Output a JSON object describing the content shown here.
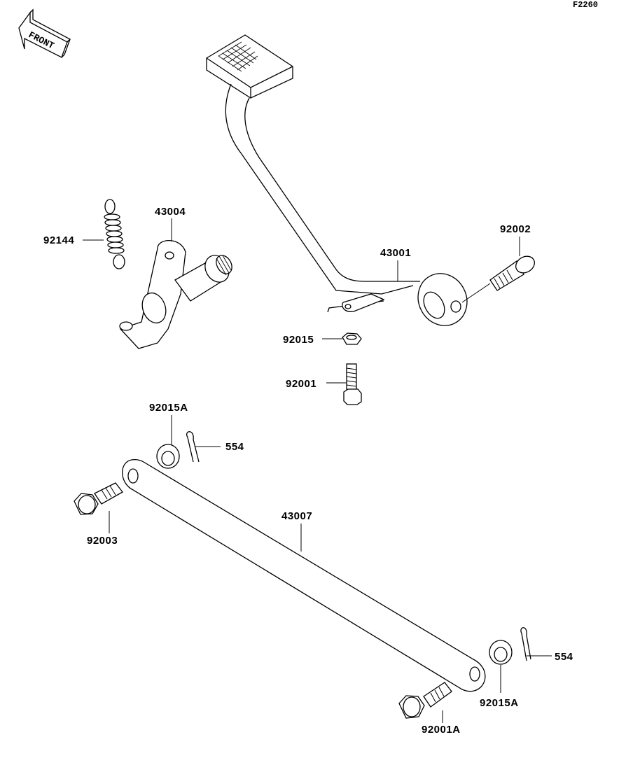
{
  "diagram_code": "F2260",
  "front_indicator": "FRONT",
  "labels": {
    "p43004": "43004",
    "p92144": "92144",
    "p43001": "43001",
    "p92002": "92002",
    "p92015": "92015",
    "p92001": "92001",
    "p92015A_top": "92015A",
    "p554_top": "554",
    "p92003": "92003",
    "p43007": "43007",
    "p554_bottom": "554",
    "p92015A_bottom": "92015A",
    "p92001A": "92001A"
  }
}
